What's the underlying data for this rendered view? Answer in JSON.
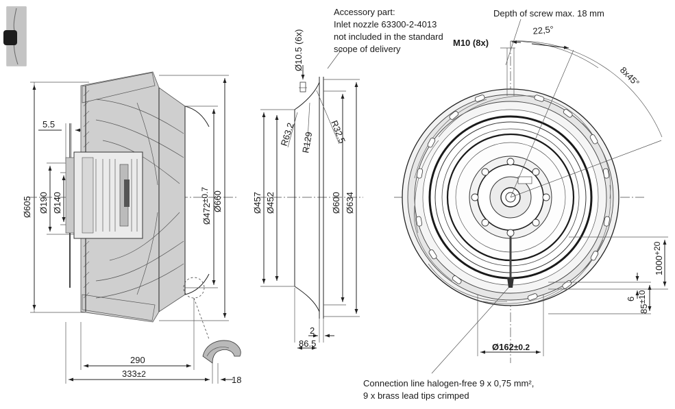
{
  "notes": {
    "accessory": [
      "Accessory part:",
      "Inlet nozzle 63300-2-4013",
      "not included in the standard",
      "scope of delivery"
    ],
    "screw_depth": "Depth of screw max. 18 mm",
    "connection": [
      "Connection line halogen-free 9 x 0,75 mm²,",
      "9 x brass lead tips crimped"
    ]
  },
  "side_view": {
    "d605": "Ø605",
    "d190": "Ø190",
    "d140": "Ø140",
    "d472": "Ø472",
    "d472_tol": "±0.7",
    "d660": "Ø660",
    "w5_5": "5.5",
    "l290": "290",
    "l333": "333",
    "l333_tol": "±2",
    "l18": "18"
  },
  "nozzle_view": {
    "d10_5": "Ø10.5 (6x)",
    "r63_2": "R63.2",
    "r129": "R129",
    "r32_5": "R32.5",
    "d457": "Ø457",
    "d452": "Ø452",
    "d600": "Ø600",
    "d634": "Ø634",
    "w2": "2",
    "w86_5": "86.5"
  },
  "front_view": {
    "m10": "M10 (8x)",
    "angle_22_5": "22,5°",
    "angle_8x45": "8x45°",
    "l1000": "1000",
    "l1000_tol": "+20",
    "l6": "6",
    "l85": "85",
    "l85_tol": "±10",
    "d162": "Ø162",
    "d162_tol": "±0.2"
  }
}
